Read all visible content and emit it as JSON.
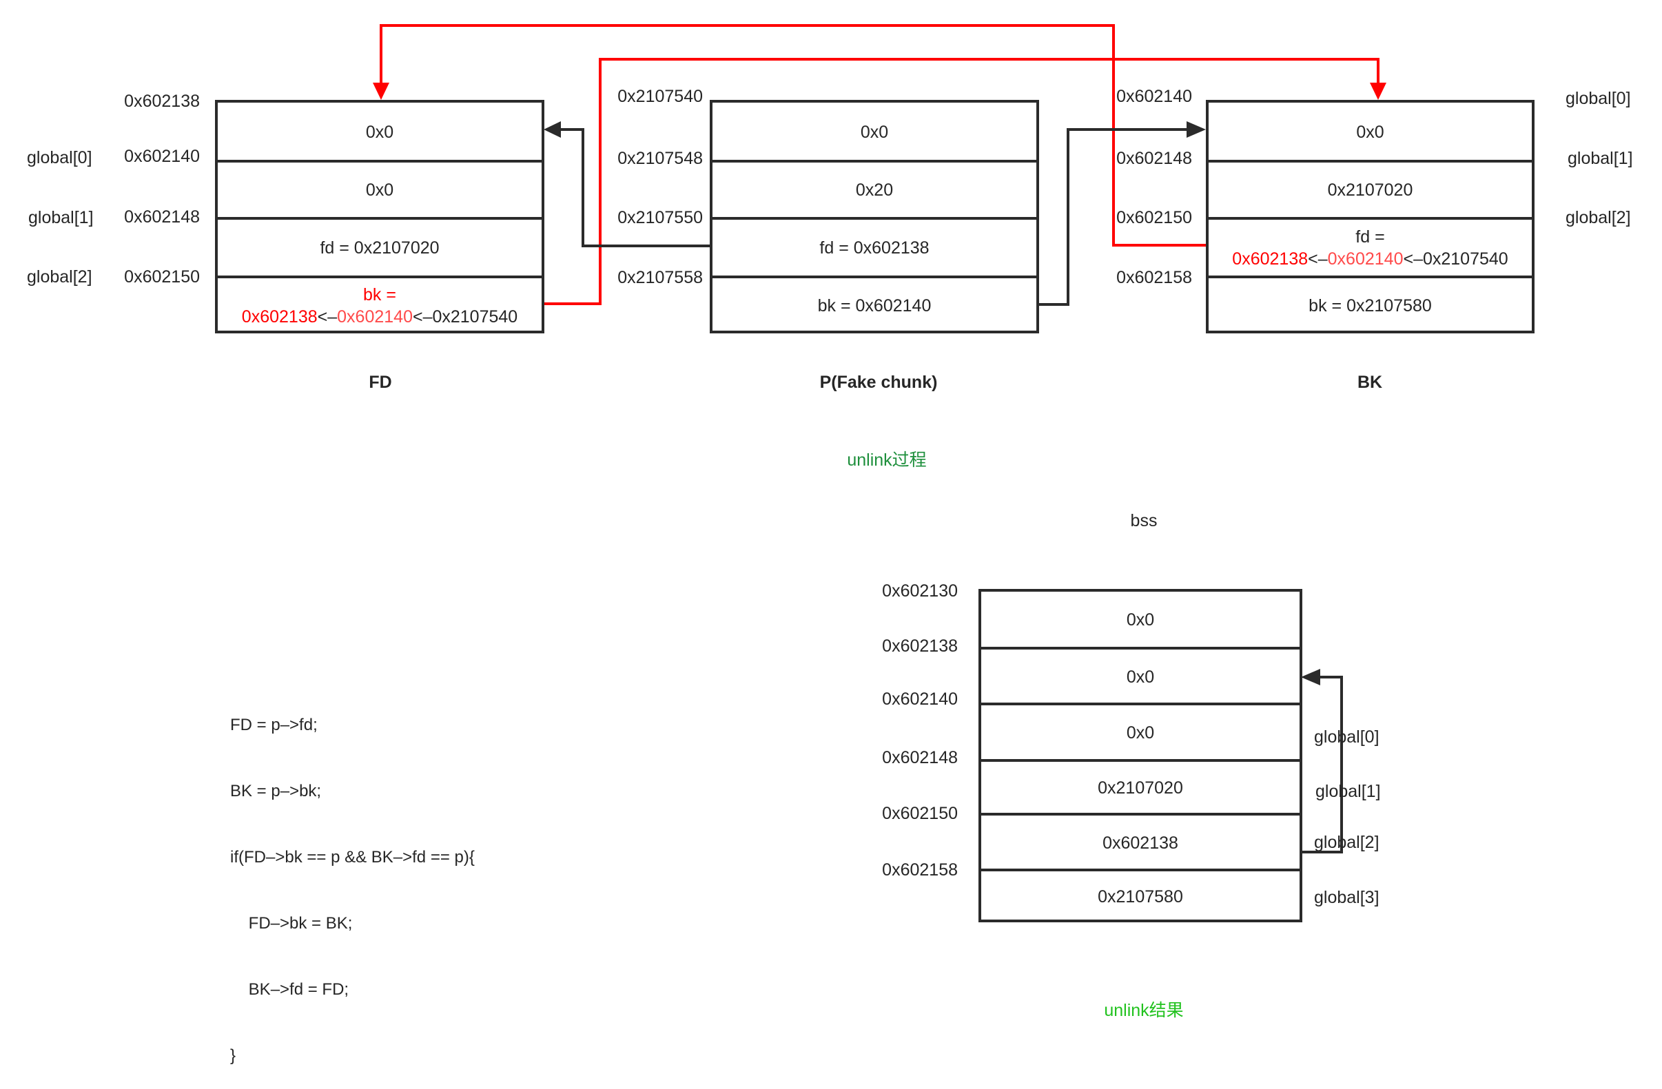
{
  "colors": {
    "red_arrow": "#ff0000",
    "black_line": "#2b2b2b",
    "caption_process": "#1e8f3c",
    "caption_result": "#22c21f",
    "highlight_red": "#ff0000",
    "highlight_pink": "#ff4a4a"
  },
  "fd_chunk": {
    "title": "FD",
    "addresses": [
      "0x602138",
      "0x602140",
      "0x602148",
      "0x602150"
    ],
    "globals": [
      "global[0]",
      "global[1]",
      "global[2]"
    ],
    "cells": [
      {
        "text": "0x0"
      },
      {
        "text": "0x0"
      },
      {
        "text": "fd = 0x2107020"
      },
      {
        "line1": "bk =",
        "chain": [
          "0x602138",
          "<–",
          "0x602140",
          "<–0x2107540"
        ]
      }
    ]
  },
  "p_chunk": {
    "title": "P(Fake chunk)",
    "addresses": [
      "0x2107540",
      "0x2107548",
      "0x2107550",
      "0x2107558"
    ],
    "cells": [
      {
        "text": "0x0"
      },
      {
        "text": "0x20"
      },
      {
        "text": "fd = 0x602138"
      },
      {
        "text": "bk = 0x602140"
      }
    ]
  },
  "bk_chunk": {
    "title": "BK",
    "addresses": [
      "0x602140",
      "0x602148",
      "0x602150",
      "0x602158"
    ],
    "globals": [
      "global[0]",
      "global[1]",
      "global[2]"
    ],
    "cells": [
      {
        "text": "0x0"
      },
      {
        "text": "0x2107020"
      },
      {
        "line1": "fd =",
        "chain": [
          "0x602138",
          "<–",
          "0x602140",
          "<–0x2107540"
        ]
      },
      {
        "text": "bk = 0x2107580"
      }
    ]
  },
  "caption_process": "unlink过程",
  "code": {
    "lines": [
      "FD = p–>fd;",
      "BK = p–>bk;",
      "if(FD–>bk == p && BK–>fd == p){",
      "    FD–>bk = BK;",
      "    BK–>fd = FD;",
      "}"
    ]
  },
  "bss": {
    "title": "bss",
    "addresses": [
      "0x602130",
      "0x602138",
      "0x602140",
      "0x602148",
      "0x602150",
      "0x602158"
    ],
    "cells": [
      "0x0",
      "0x0",
      "0x0",
      "0x2107020",
      "0x602138",
      "0x2107580"
    ],
    "globals": [
      "global[0]",
      "global[1]",
      "global[2]",
      "global[3]"
    ]
  },
  "caption_result": "unlink结果"
}
